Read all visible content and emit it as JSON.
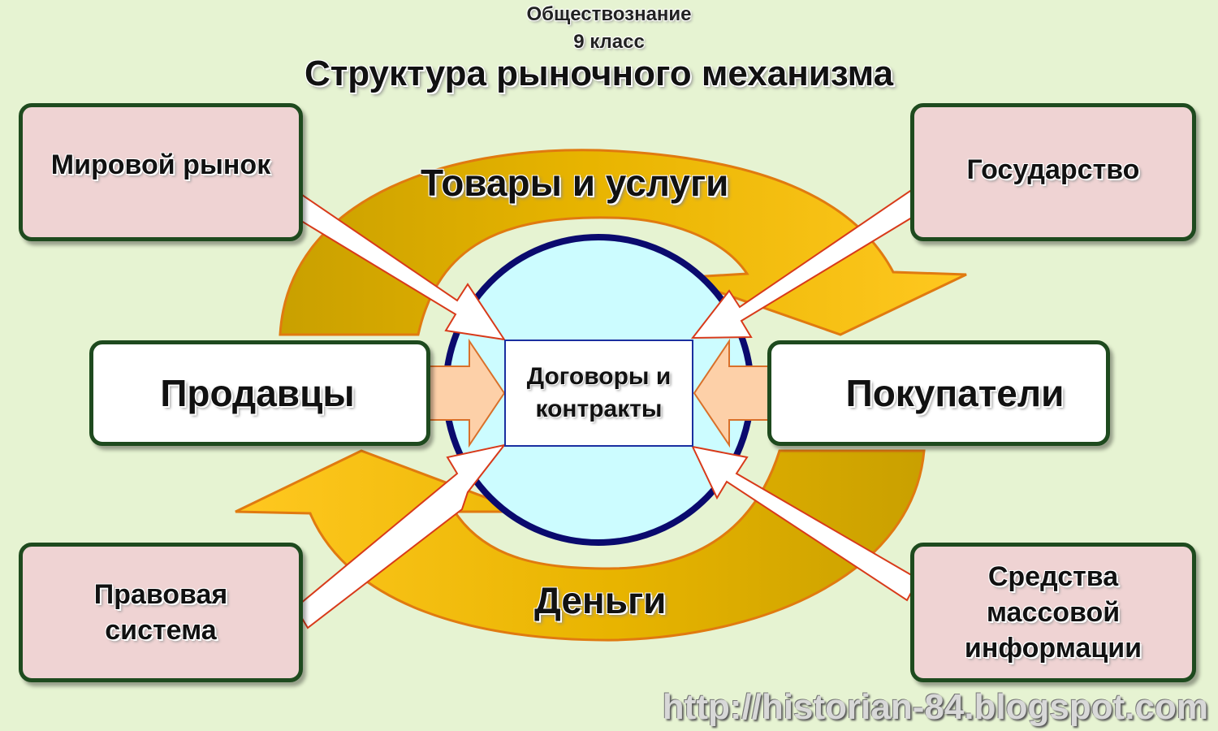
{
  "subject": {
    "line1": "Обществознание",
    "line2": "9 класс"
  },
  "title": "Структура рыночного механизма",
  "factors": {
    "top_left": "Мировой рынок",
    "top_right": "Государство",
    "bottom_left": "Правовая система",
    "bottom_right": "Средства массовой информации"
  },
  "participants": {
    "sellers": "Продавцы",
    "buyers": "Покупатели"
  },
  "center": "Договоры и контракты",
  "flows": {
    "goods": "Товары и услуги",
    "money": "Деньги"
  },
  "watermark": "http://historian-84.blogspot.com",
  "colors": {
    "background": "#e6f3d2",
    "flow_arrow_light": "#ffc20e",
    "flow_arrow_dark": "#c9a000",
    "circle_fill": "#ccfcff",
    "circle_stroke": "#0a0a6e",
    "side_arrow": "#fdd0a8",
    "factor_box": "#efd3d3"
  }
}
